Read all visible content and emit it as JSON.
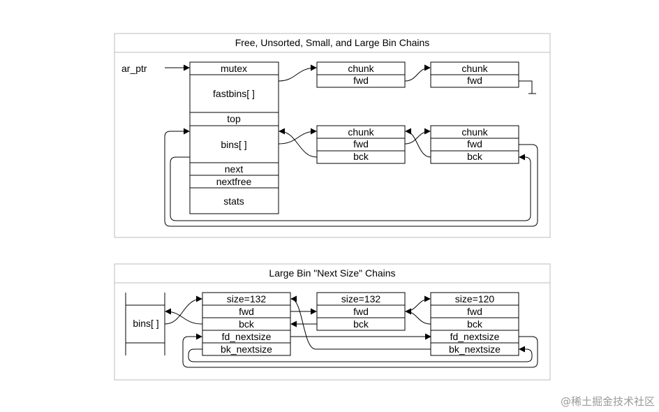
{
  "panel_top": {
    "title": "Free, Unsorted, Small, and Large Bin Chains",
    "pointer_label": "ar_ptr",
    "arena_fields": [
      "mutex",
      "fastbins[ ]",
      "top",
      "bins[ ]",
      "next",
      "nextfree",
      "stats"
    ],
    "fast_chunk_1": [
      "chunk",
      "fwd"
    ],
    "fast_chunk_2": [
      "chunk",
      "fwd"
    ],
    "bin_chunk_1": [
      "chunk",
      "fwd",
      "bck"
    ],
    "bin_chunk_2": [
      "chunk",
      "fwd",
      "bck"
    ]
  },
  "panel_bottom": {
    "title": "Large Bin \"Next Size\" Chains",
    "bins_label": "bins[ ]",
    "chunk_1": [
      "size=132",
      "fwd",
      "bck",
      "fd_nextsize",
      "bk_nextsize"
    ],
    "chunk_2": [
      "size=132",
      "fwd",
      "bck"
    ],
    "chunk_3": [
      "size=120",
      "fwd",
      "bck",
      "fd_nextsize",
      "bk_nextsize"
    ]
  },
  "watermark": "@稀土掘金技术社区"
}
